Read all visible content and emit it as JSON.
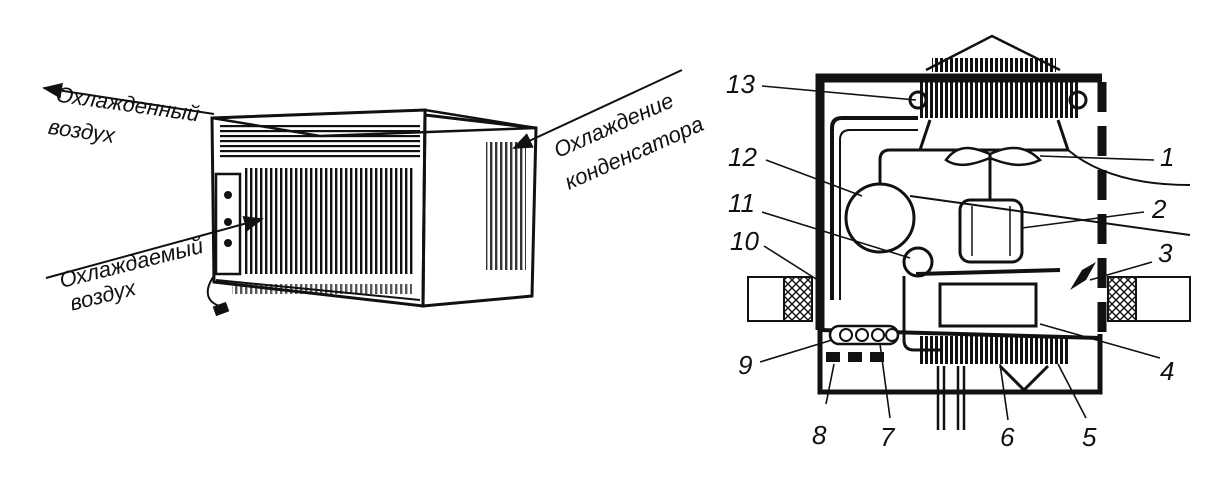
{
  "left_figure": {
    "labels": {
      "cooled_air_out": [
        "Охлажденный",
        "воздух"
      ],
      "cooled_air_in": [
        "Охлаждаемый",
        "воздух"
      ],
      "condenser_cooling": [
        "Охлаждение",
        "конденсатора"
      ]
    }
  },
  "right_figure": {
    "callouts": [
      "13",
      "12",
      "11",
      "10",
      "9",
      "8",
      "7",
      "6",
      "5",
      "4",
      "3",
      "2",
      "1"
    ]
  }
}
